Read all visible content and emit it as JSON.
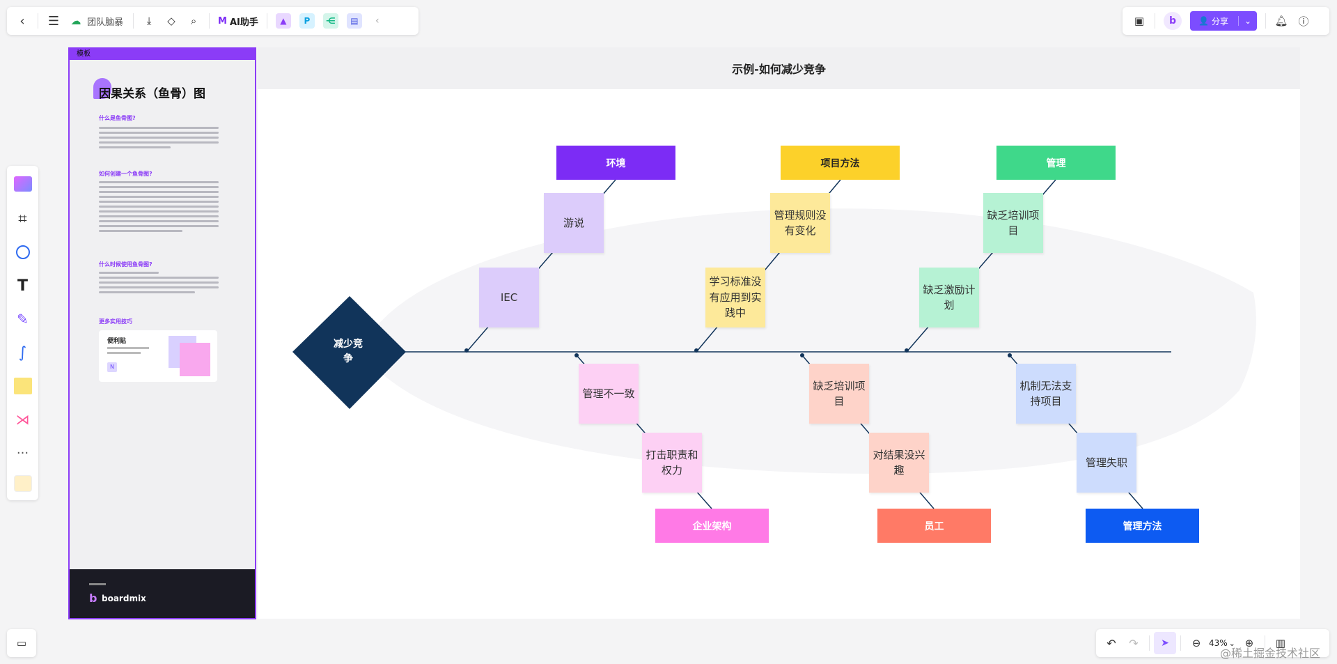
{
  "topbar": {
    "team_name": "团队脑暴",
    "ai_label": "AI助手",
    "share_label": "分享"
  },
  "template": {
    "tag": "模板",
    "title": "因果关系（鱼骨）图",
    "h1": "什么是鱼骨图?",
    "h2": "如何创建一个鱼骨图?",
    "h3": "什么时候使用鱼骨图?",
    "h4": "更多实用技巧",
    "card_title": "便利贴",
    "card_badge": "N",
    "footer_brand": "boardmix"
  },
  "canvas": {
    "frame_title": "示例-如何减少竞争",
    "head_label": "减少竞争",
    "top_categories": [
      "环境",
      "项目方法",
      "管理"
    ],
    "bottom_categories": [
      "企业架构",
      "员工",
      "管理方法"
    ],
    "stickies": {
      "env_a": "游说",
      "env_b": "IEC",
      "method_a": "管理规则没有变化",
      "method_b": "学习标准没有应用到实践中",
      "mgmt_a": "缺乏培训项目",
      "mgmt_b": "缺乏激励计划",
      "org_a": "管理不一致",
      "org_b": "打击职责和权力",
      "staff_a": "缺乏培训项目",
      "staff_b": "对结果没兴趣",
      "mm_a": "机制无法支持项目",
      "mm_b": "管理失职"
    },
    "colors": {
      "purple": "#7c2cf5",
      "yellow": "#fcd12a",
      "green": "#3fd88a",
      "pink": "#ff7ae6",
      "salmon": "#ff7a66",
      "blue": "#0d5bf2",
      "navy": "#11345a"
    }
  },
  "bottombar": {
    "zoom": "43%"
  },
  "watermark": "@稀土掘金技术社区"
}
